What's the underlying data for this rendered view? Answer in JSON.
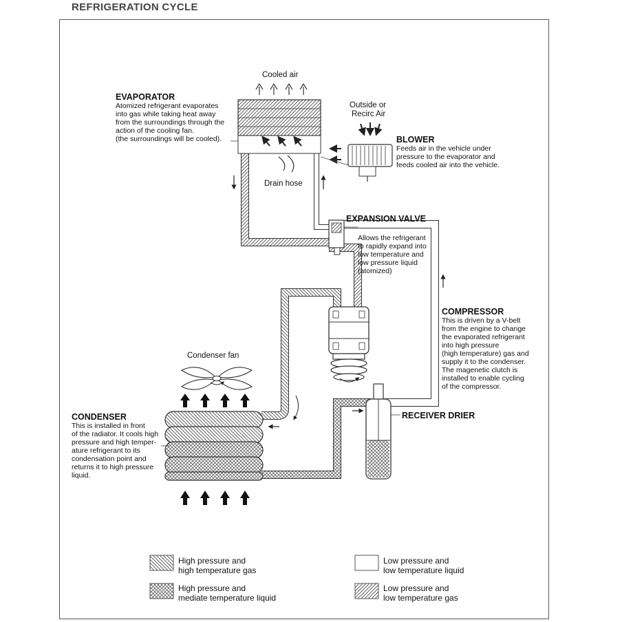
{
  "title": "REFRIGERATION CYCLE",
  "labels": {
    "cooled_air": "Cooled air",
    "outside_recirc": [
      "Outside or",
      "Recirc Air"
    ],
    "drain_hose": "Drain hose",
    "condenser_fan": "Condenser fan"
  },
  "components": {
    "evaporator": {
      "name": "EVAPORATOR",
      "lines": [
        "Atomized refrigerant evaporates",
        "into gas while taking heat away",
        "from the surroundings through the",
        "action of the cooling fan.",
        "(the surroundings will be cooled)."
      ]
    },
    "blower": {
      "name": "BLOWER",
      "lines": [
        "Feeds air in the vehicle under",
        "pressure to the evaporator and",
        "feeds cooled air into the vehicle."
      ]
    },
    "expansion_valve": {
      "name": "EXPANSION VALVE",
      "lines": [
        "Allows the refrigerant",
        "to rapidly expand into",
        "low temperature and",
        "low pressure liquid",
        "(atomized)"
      ]
    },
    "compressor": {
      "name": "COMPRESSOR",
      "lines": [
        "This is driven by a V-belt",
        "from the engine to change",
        "the evaporated refrigerant",
        "into high pressure",
        "(high temperature) gas and",
        "supply it to the condenser.",
        "The magenetic clutch is",
        "installed to enable cycling",
        "of the compressor."
      ]
    },
    "receiver_drier": {
      "name": "RECEIVER DRIER",
      "lines": []
    },
    "condenser": {
      "name": "CONDENSER",
      "lines": [
        "This is installed in front",
        "of the radiator. It cools high",
        "pressure and high temper-",
        "ature refrigerant to its",
        "condensation point and",
        "returns it to high pressure",
        "liquid."
      ]
    }
  },
  "legend": [
    {
      "lines": [
        "High pressure and",
        "high temperature gas"
      ],
      "pattern": "diag-back"
    },
    {
      "lines": [
        "Low pressure and",
        "low temperature liquid"
      ],
      "pattern": "blank"
    },
    {
      "lines": [
        "High pressure and",
        "mediate temperature liquid"
      ],
      "pattern": "crosshatch"
    },
    {
      "lines": [
        "Low pressure and",
        "low temperature gas"
      ],
      "pattern": "diag-fwd"
    }
  ]
}
